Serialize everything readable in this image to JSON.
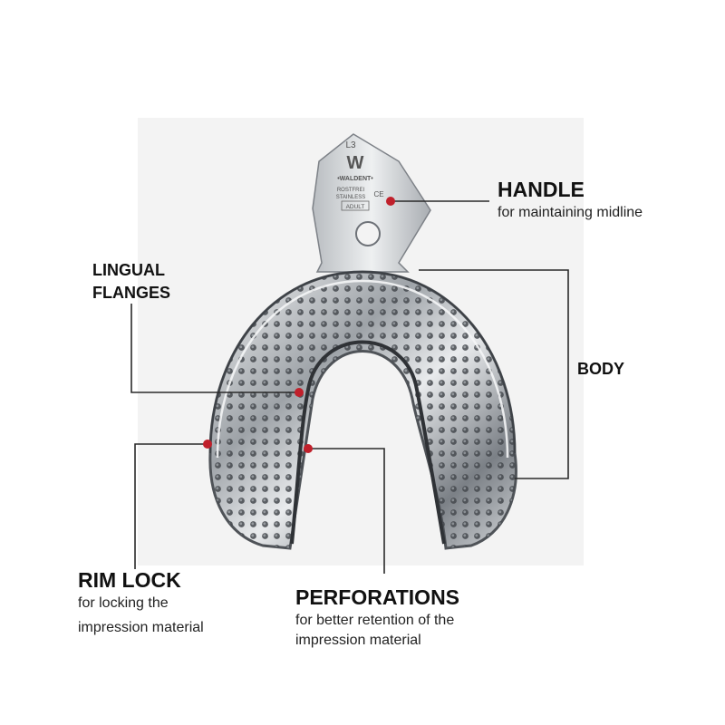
{
  "colors": {
    "marker": "#c0202b",
    "leader": "#2a2a2a",
    "steel_dark": "#5c6066",
    "steel_light": "#e6e8ea",
    "photo_background": "#f3f3f3"
  },
  "tray_stamp": {
    "size": "L3",
    "logo": "W",
    "brand": "•WALDENT•",
    "line1": "ROSTFREI",
    "line2": "STAINLESS",
    "mark": "CE",
    "type": "ADULT"
  },
  "labels": {
    "handle": {
      "title": "HANDLE",
      "desc": [
        "for maintaining midline"
      ]
    },
    "lingual": {
      "title": [
        "LINGUAL",
        "FLANGES"
      ]
    },
    "body": {
      "title": "BODY"
    },
    "rim_lock": {
      "title": "RIM LOCK",
      "desc": [
        "for locking the",
        "impression material"
      ]
    },
    "perforations": {
      "title": "PERFORATIONS",
      "desc": [
        "for better retention of the",
        "impression material"
      ]
    }
  }
}
